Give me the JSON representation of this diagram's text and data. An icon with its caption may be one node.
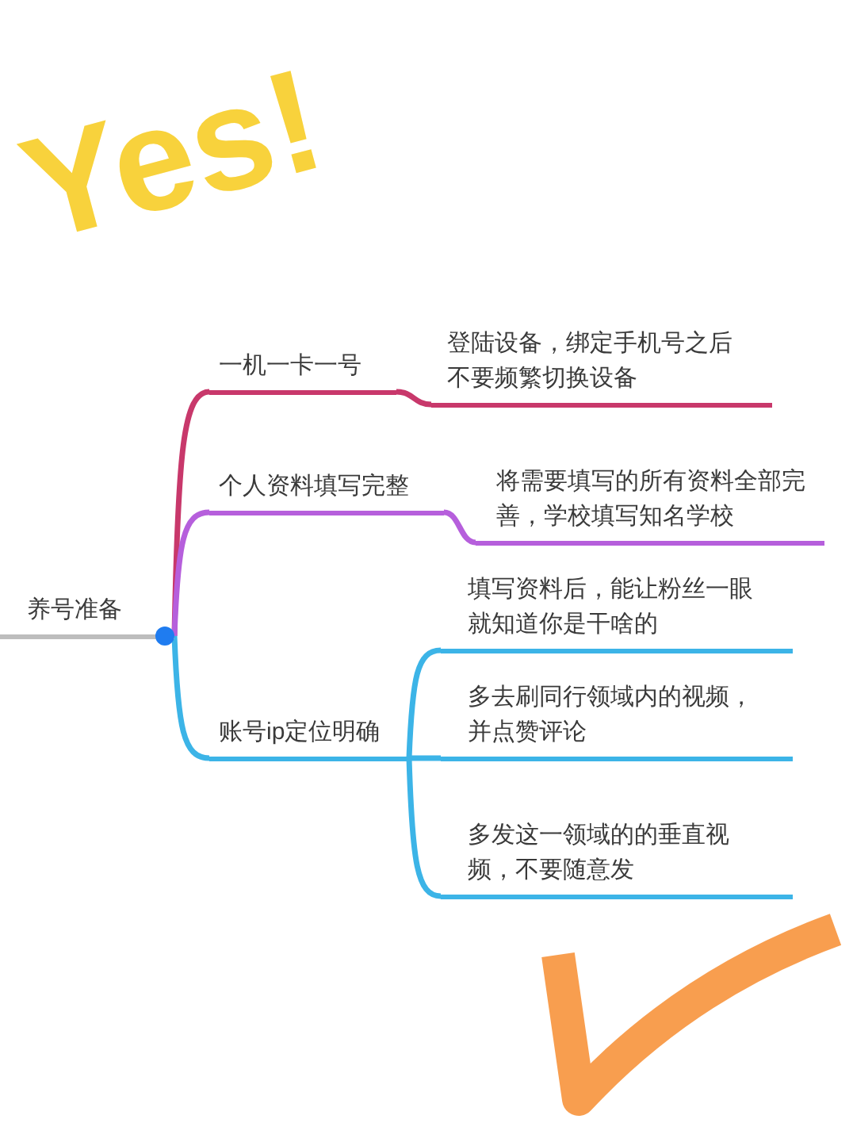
{
  "diagram": {
    "nodes": [
      {
        "text": [
          "养号准备"
        ]
      },
      {
        "text": [
          "一机一卡一号"
        ]
      },
      {
        "text": [
          "登陆设备，绑定手机号之后不要频繁切换设备"
        ]
      },
      {
        "text": [
          "个人资料填写完整"
        ]
      },
      {
        "text": [
          "将需要填写的所有资料全部完善，学校填写知名学校"
        ]
      },
      {
        "text": [
          "账号ip定位明确"
        ]
      },
      {
        "text": [
          "填写资料后，能让粉丝一眼就知道你是干啥的"
        ]
      },
      {
        "text": [
          "多去刷同行领域内的视频，并点赞评论"
        ]
      },
      {
        "text": [
          "多发这一领域的的垂直视频，不要随意发"
        ]
      }
    ],
    "edges": [
      {
        "from": 0,
        "to": 1,
        "arrow": "none",
        "color": "#c8386b"
      },
      {
        "from": 1,
        "to": 2,
        "arrow": "none",
        "color": "#c8386b"
      },
      {
        "from": 0,
        "to": 3,
        "arrow": "none",
        "color": "#b65fdc"
      },
      {
        "from": 3,
        "to": 4,
        "arrow": "none",
        "color": "#b65fdc"
      },
      {
        "from": 0,
        "to": 5,
        "arrow": "none"
      },
      {
        "from": 5,
        "to": 6,
        "arrow": "none"
      },
      {
        "from": 5,
        "to": 7,
        "arrow": "none"
      },
      {
        "from": 5,
        "to": 8,
        "arrow": "none"
      }
    ],
    "labels": [
      "Yes!"
    ]
  }
}
